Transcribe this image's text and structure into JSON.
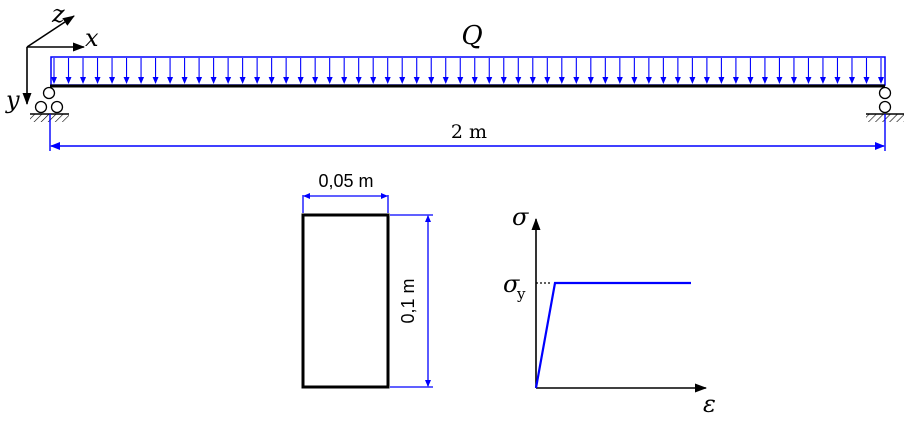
{
  "colors": {
    "structure": "#000000",
    "dimension": "#0000ff",
    "load": "#0000ff",
    "curve": "#0000ff",
    "background": "#ffffff"
  },
  "axes": {
    "x_label": "x",
    "y_label": "y",
    "z_label": "z"
  },
  "beam": {
    "load_label": "Q",
    "span_label": "2 m",
    "load_arrow_count": 58,
    "supports": [
      "pin-roller-left",
      "roller-right"
    ]
  },
  "cross_section": {
    "width_label": "0,05 m",
    "height_label": "0,1 m"
  },
  "material": {
    "stress_symbol": "σ",
    "strain_symbol": "ε",
    "yield_label_main": "σ",
    "yield_label_sub": "y",
    "curve_type": "elastic-perfectly-plastic"
  },
  "icons": {
    "support": "pinned-support-icon",
    "arrow": "arrowhead-icon"
  }
}
